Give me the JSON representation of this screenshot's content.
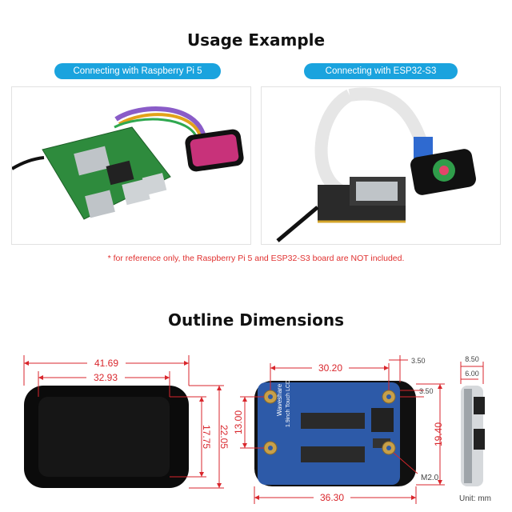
{
  "usage": {
    "title": "Usage Example",
    "left_label": "Connecting with Raspberry Pi 5",
    "right_label": "Connecting with ESP32-S3",
    "note": "* for reference only, the Raspberry Pi 5 and ESP32-S3 board are NOT included."
  },
  "outline": {
    "title": "Outline Dimensions",
    "front": {
      "width_outer": "41.69",
      "width_inner": "32.93",
      "height_inner": "17.75",
      "height_outer": "22.05"
    },
    "back": {
      "top": "30.20",
      "top_small": "3.50",
      "right_small": "3.50",
      "height_left": "13.00",
      "height_right": "19.40",
      "bottom": "36.30",
      "hole": "M2.0",
      "silk_line1": "Waveshare",
      "silk_line2": "1.9inch Touch LCD"
    },
    "side": {
      "outer": "8.50",
      "inner": "6.00",
      "unit": "Unit: mm"
    }
  },
  "colors": {
    "accent": "#1aa3de",
    "dimension": "#d9262c",
    "pcb": "#2d5aa8"
  }
}
